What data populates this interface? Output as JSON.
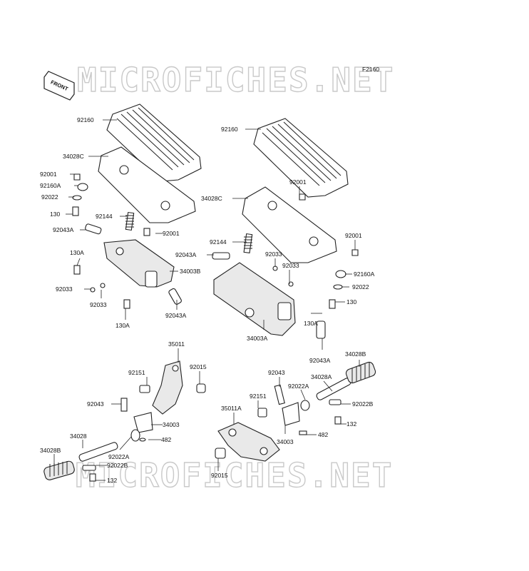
{
  "figure_code": "F2160",
  "front_label": "FRONT",
  "watermark_text": "MICROFICHES.NET",
  "labels": [
    "92160",
    "34028C",
    "92001",
    "92160A",
    "92022",
    "130",
    "92144",
    "92001",
    "92043A",
    "130A",
    "34003B",
    "92033",
    "92033",
    "130A",
    "92043A",
    "92160",
    "92001",
    "34028C",
    "92144",
    "92043A",
    "92033",
    "92033",
    "92001",
    "92160A",
    "92022",
    "130",
    "130A",
    "34003A",
    "92043A",
    "35011",
    "92151",
    "92015",
    "92043",
    "34003",
    "482",
    "34028",
    "34028B",
    "92022A",
    "92022B",
    "132",
    "92043",
    "92022A",
    "34028A",
    "34028B",
    "92151",
    "35011A",
    "92022B",
    "34003",
    "482",
    "132",
    "92015"
  ]
}
